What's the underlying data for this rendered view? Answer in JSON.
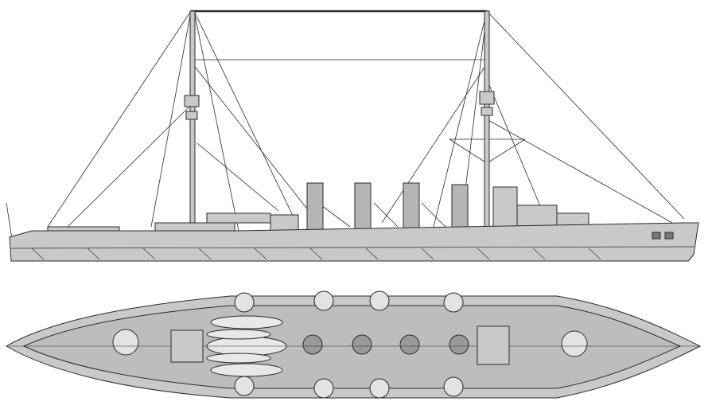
{
  "drawing": {
    "views": [
      "side-profile",
      "plan-view"
    ],
    "colors": {
      "hull": "#c9c9c9",
      "deck": "#bdbdbd",
      "line": "#2a2a2a",
      "background": "#ffffff"
    },
    "funnel_count": 4,
    "mast_count": 2
  }
}
